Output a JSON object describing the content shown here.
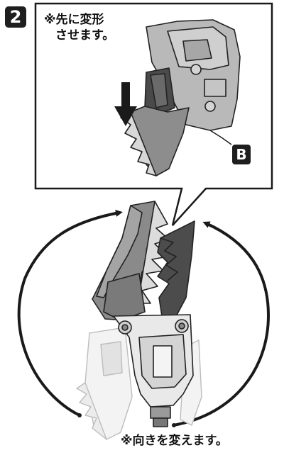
{
  "step": {
    "number": "2"
  },
  "callout": {
    "note_line1": "※先に変形",
    "note_line2": "させます。",
    "part_label": "B"
  },
  "main": {
    "rotation_note": "※向きを変えます。"
  }
}
